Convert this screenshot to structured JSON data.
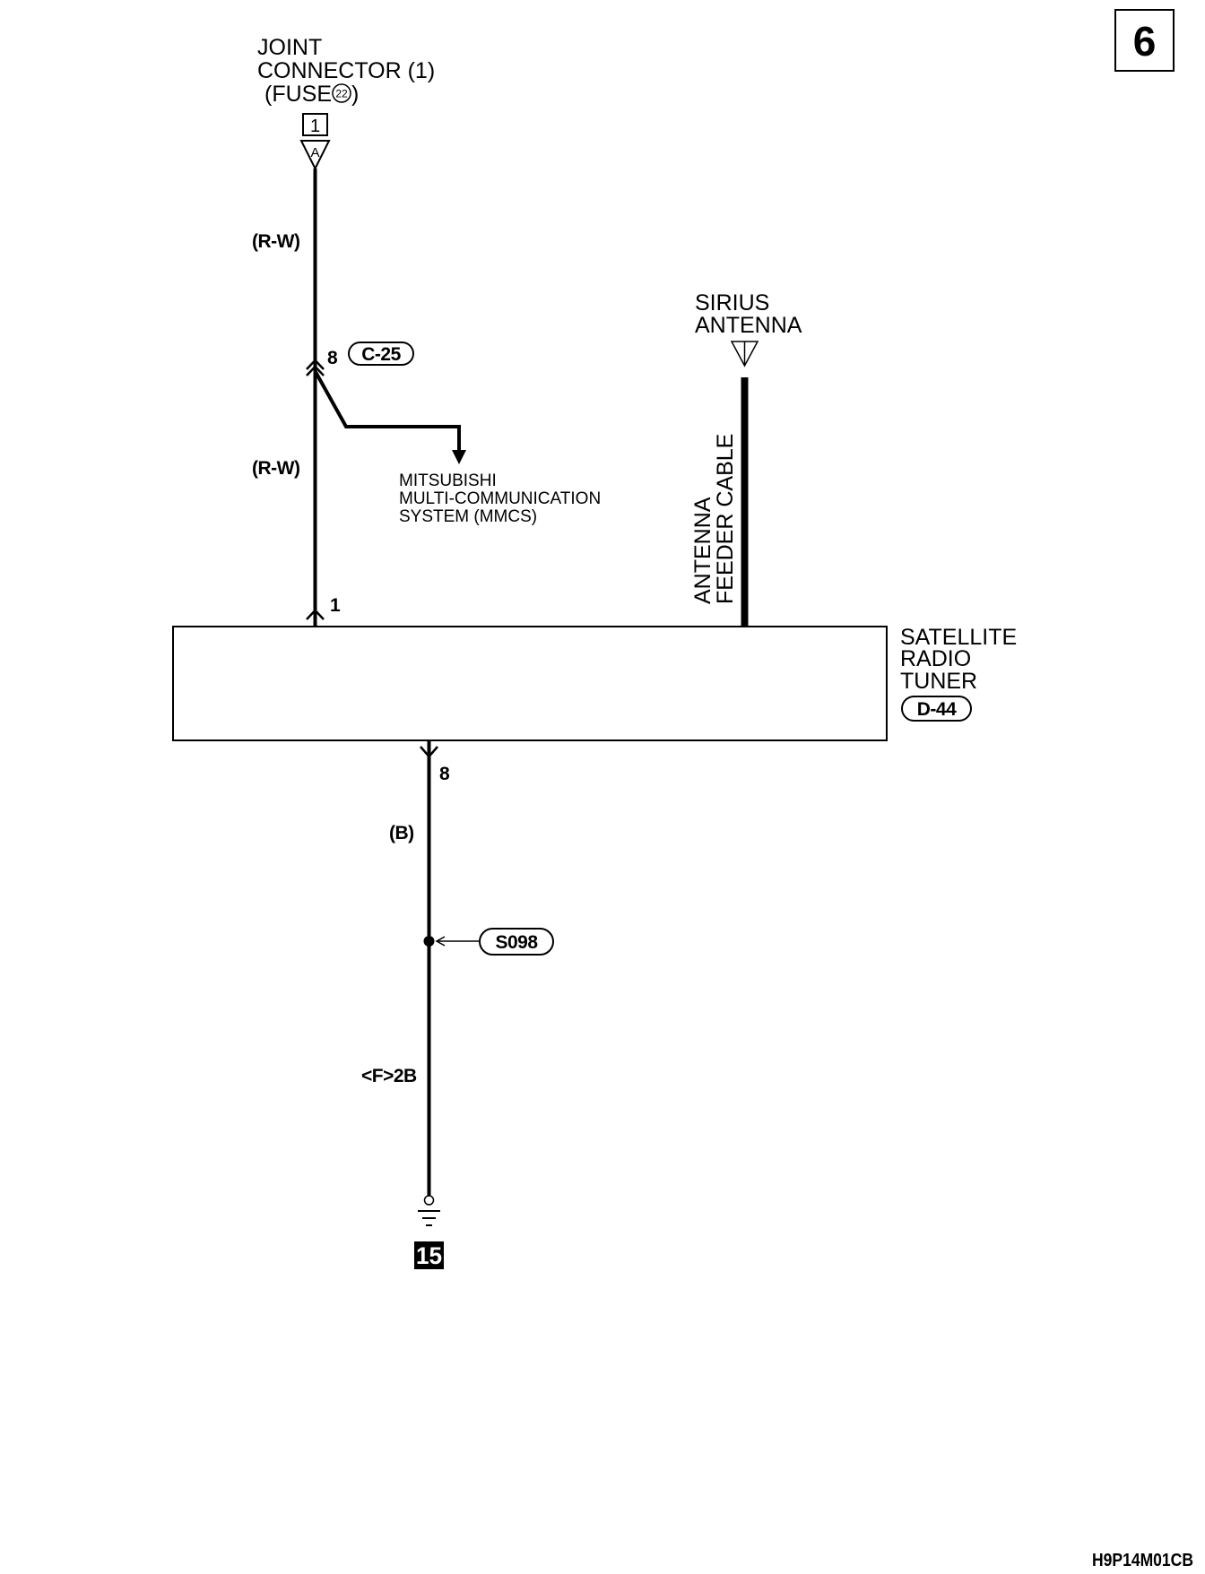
{
  "page_number": "6",
  "joint_connector": {
    "lines": [
      "JOINT",
      "CONNECTOR (1)"
    ],
    "fuse_prefix": "(FUSE",
    "fuse_number": "22",
    "fuse_suffix": ")",
    "terminal_box": "1",
    "connector_letter": "A"
  },
  "wire_upper": {
    "color_top": "(R-W)",
    "color_bottom": "(R-W)",
    "connector_pin": "8",
    "connector_id": "C-25"
  },
  "branch": {
    "destination": [
      "MITSUBISHI",
      "MULTI-COMMUNICATION",
      "SYSTEM (MMCS)"
    ]
  },
  "antenna": {
    "name": [
      "SIRIUS",
      "ANTENNA"
    ],
    "cable": [
      "ANTENNA",
      "FEEDER CABLE"
    ]
  },
  "tuner": {
    "input_pin": "1",
    "name": [
      "SATELLITE",
      "RADIO",
      "TUNER"
    ],
    "connector_id": "D-44",
    "ground_pin": "8"
  },
  "wire_lower": {
    "color": "(B)",
    "splice_id": "S098",
    "spec": "<F>2B",
    "ground_id": "15"
  },
  "diagram_code": "H9P14M01CB",
  "colors": {
    "ink": "#000000",
    "paper": "#ffffff"
  }
}
